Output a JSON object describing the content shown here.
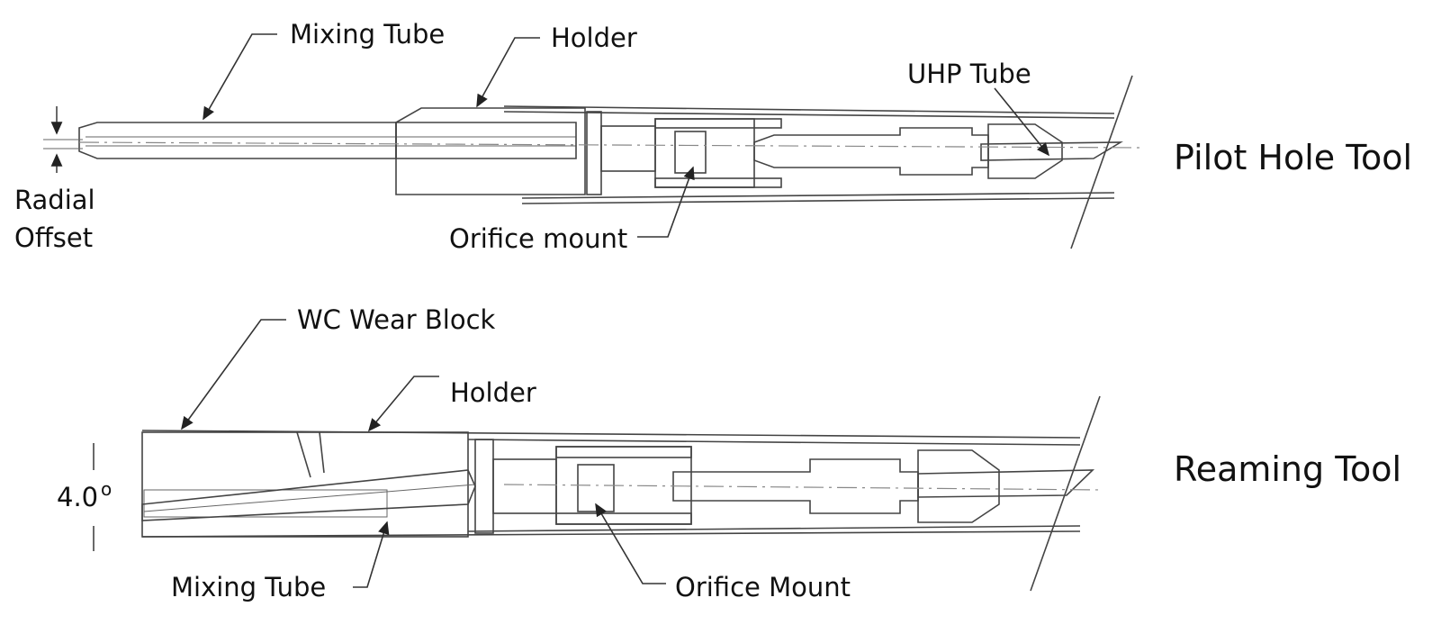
{
  "pilot": {
    "title": "Pilot Hole Tool",
    "labels": {
      "mixing_tube": "Mixing Tube",
      "holder": "Holder",
      "uhp_tube": "UHP Tube",
      "orifice_mount": "Orifice mount",
      "radial": "Radial",
      "offset": "Offset"
    }
  },
  "reaming": {
    "title": "Reaming Tool",
    "labels": {
      "wc_wear_block": "WC Wear Block",
      "holder": "Holder",
      "mixing_tube": "Mixing Tube",
      "orifice_mount": "Orifice Mount",
      "angle": "4.0",
      "angle_unit": "o"
    }
  }
}
